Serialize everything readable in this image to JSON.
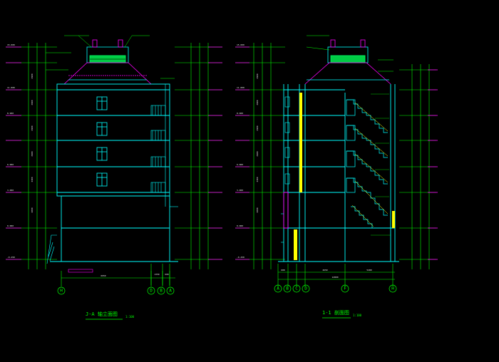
{
  "drawing": {
    "background": "#000000",
    "colors": {
      "outline": "#00ffff",
      "dimension": "#00ff00",
      "accent": "#ff00ff",
      "highlight": "#ffff00",
      "text": "#ffffff",
      "hatch": "#00ff66"
    }
  },
  "left_view": {
    "title": "J-A 轴立面图",
    "scale": "1:100",
    "grid_axes": [
      "H",
      "D",
      "B",
      "A"
    ],
    "overall_dims": [
      "6950",
      "1350",
      "600"
    ],
    "floor_heights": [
      "2900",
      "2900",
      "2900",
      "2900",
      "3300",
      "3000"
    ],
    "elevations": [
      "15.000",
      "11.800",
      "8.900",
      "6.000",
      "3.000",
      "0.000",
      "-0.450"
    ]
  },
  "right_view": {
    "title": "1-1 剖面图",
    "scale": "1:100",
    "grid_axes": [
      "A",
      "B",
      "C",
      "D",
      "F",
      "H"
    ],
    "overall_dims": [
      "600",
      "4650",
      "5480",
      "12800"
    ],
    "floor_heights": [
      "2900",
      "2900",
      "2900",
      "2900",
      "3300",
      "3000"
    ],
    "elevations": [
      "15.000",
      "11.800",
      "8.900",
      "6.000",
      "3.000",
      "0.000",
      "-0.450"
    ]
  }
}
